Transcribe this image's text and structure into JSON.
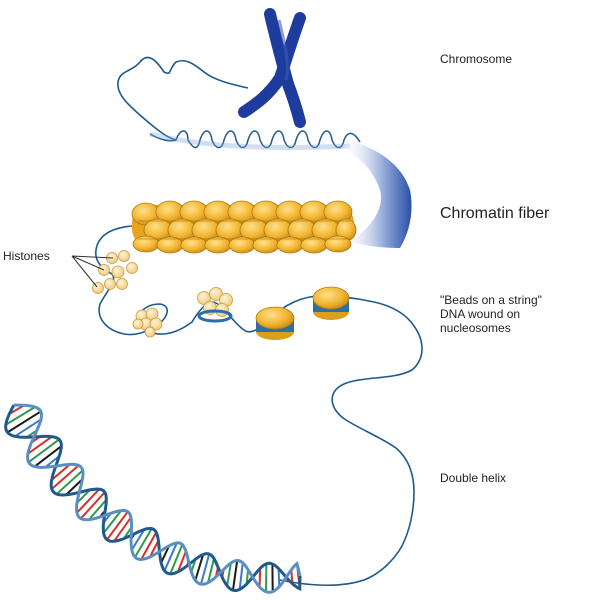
{
  "labels": {
    "chromosome": "Chromosome",
    "chromatin_fiber": "Chromatin fiber",
    "histones": "Histones",
    "beads_on_string": "\"Beads on a string\"\nDNA wound on\nnucleosomes",
    "double_helix": "Double helix"
  },
  "colors": {
    "dna_strand": "#1f5a8c",
    "chromosome": "#1d3c9e",
    "histone_gold": "#f2b632",
    "histone_light": "#f6d79a",
    "nucleosome_band": "#2c6fa8",
    "base_pair_red": "#d3312c",
    "base_pair_green": "#2e9b4a",
    "base_pair_black": "#1b1b1b",
    "base_pair_blue": "#3a7bc8"
  }
}
